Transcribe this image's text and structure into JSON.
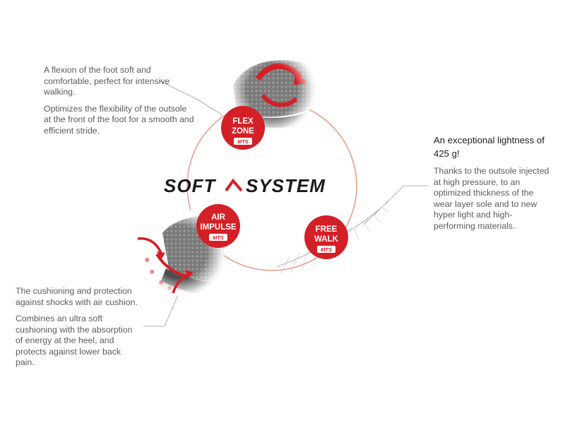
{
  "center_logo": {
    "left_word": "SOFT",
    "right_word": "SYSTEM"
  },
  "badges": {
    "flex_zone": {
      "line1": "FLEX",
      "line2": "ZONE",
      "brand": "MTS"
    },
    "air_impulse": {
      "line1": "AIR",
      "line2": "IMPULSE",
      "brand": "MTS"
    },
    "free_walk": {
      "line1": "FREE",
      "line2": "WALK",
      "brand": "MTS"
    }
  },
  "flex_zone_text": {
    "para1": "A flexion of the foot soft and comfortable, perfect for intensive walking.",
    "para2": "Optimizes the flexibility of the outsole at the front of the foot for a smooth and efficient stride."
  },
  "air_impulse_text": {
    "para1": "The cushioning and protection against shocks with air cushion.",
    "para2": "Combines an ultra soft cushioning with the absorption of energy at the heel, and protects against lower back pain."
  },
  "free_walk_text": {
    "heading": "An exceptional lightness of 425 g!",
    "para1": "Thanks to the outsole injected at high pressure, to an optimized thickness of the wear layer sole and to new hyper light and high-performing materials."
  },
  "colors": {
    "accent_red": "#d41f26",
    "ring": "#e8a08a",
    "text": "#5a5a5a",
    "shoe_gray": "#6b6b6b"
  }
}
